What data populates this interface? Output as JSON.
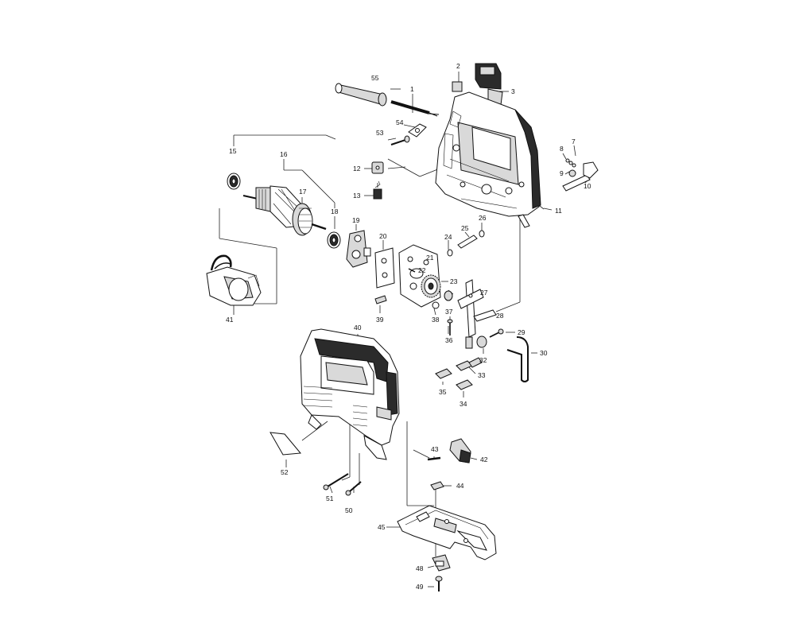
{
  "diagram": {
    "labels": [
      "1",
      "2",
      "3",
      "7",
      "8",
      "9",
      "10",
      "11",
      "12",
      "13",
      "15",
      "16",
      "17",
      "18",
      "19",
      "20",
      "21",
      "22",
      "23",
      "24",
      "25",
      "26",
      "27",
      "28",
      "29",
      "30",
      "32",
      "33",
      "34",
      "35",
      "36",
      "37",
      "38",
      "39",
      "40",
      "41",
      "42",
      "43",
      "44",
      "45",
      "48",
      "49",
      "50",
      "51",
      "52",
      "53",
      "54",
      "55"
    ]
  }
}
